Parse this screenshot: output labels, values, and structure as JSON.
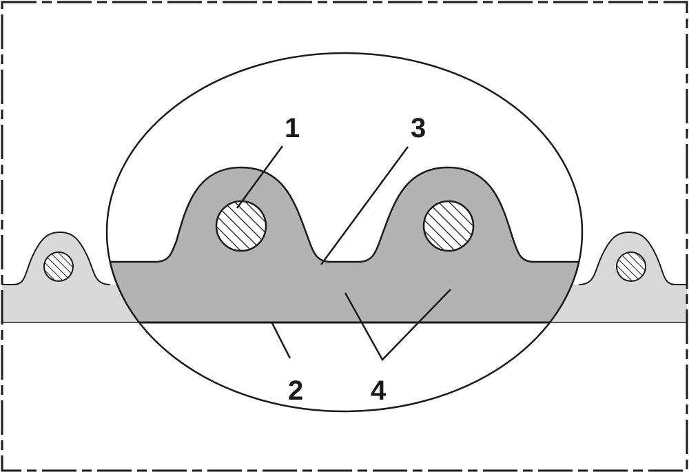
{
  "diagram": {
    "type": "cross-section",
    "subject": "corrugated hose wall profile with embedded helix wire (magnified detail)",
    "colors": {
      "background": "#ffffff",
      "outline": "#1a1a1a",
      "detail_fill": "#b3b3b3",
      "outer_fill": "#d9d9d9",
      "hatch_fill": "#ffffff"
    },
    "border": {
      "style": "dash-dot"
    },
    "callouts": [
      {
        "id": "1",
        "label": "1",
        "target": "helix wire (hatched circle)"
      },
      {
        "id": "2",
        "label": "2",
        "target": "inner wall surface / baseline"
      },
      {
        "id": "3",
        "label": "3",
        "target": "corrugation valley"
      },
      {
        "id": "4",
        "label": "4",
        "target": "hose wall material (two leader lines)"
      }
    ]
  }
}
